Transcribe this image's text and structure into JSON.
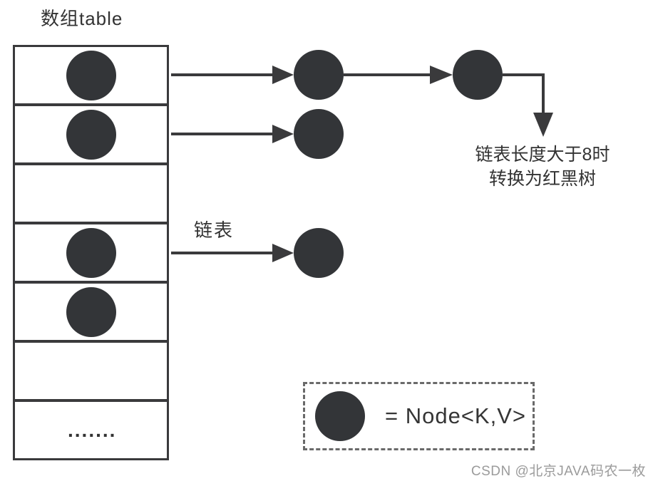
{
  "title": "数组table",
  "array_table": {
    "rows": [
      {
        "has_node": true,
        "outgoing_arrow": true,
        "external_chain_nodes": 2,
        "chain_ends_with_down_arrow": true
      },
      {
        "has_node": true,
        "outgoing_arrow": true,
        "external_chain_nodes": 1
      },
      {
        "has_node": false,
        "outgoing_arrow": false,
        "external_chain_nodes": 0
      },
      {
        "has_node": true,
        "outgoing_arrow": true,
        "external_chain_nodes": 1
      },
      {
        "has_node": true,
        "outgoing_arrow": false,
        "external_chain_nodes": 0
      },
      {
        "has_node": false,
        "outgoing_arrow": false,
        "external_chain_nodes": 0
      },
      {
        "has_node": false,
        "outgoing_arrow": false,
        "external_chain_nodes": 0,
        "shows_ellipsis": true
      }
    ],
    "ellipsis_text": "......."
  },
  "labels": {
    "linked_list": "链表",
    "treeify_line1": "链表长度大于8时",
    "treeify_line2": "转换为红黑树"
  },
  "legend": {
    "node_label": "= Node<K,V>"
  },
  "watermark": "CSDN @北京JAVA码农一枚",
  "colors": {
    "node_fill": "#333538",
    "line": "#3a3a3c",
    "text": "#333333",
    "legend_border": "#6a6a6a",
    "watermark_text": "#9b9b9b",
    "background": "#ffffff"
  }
}
